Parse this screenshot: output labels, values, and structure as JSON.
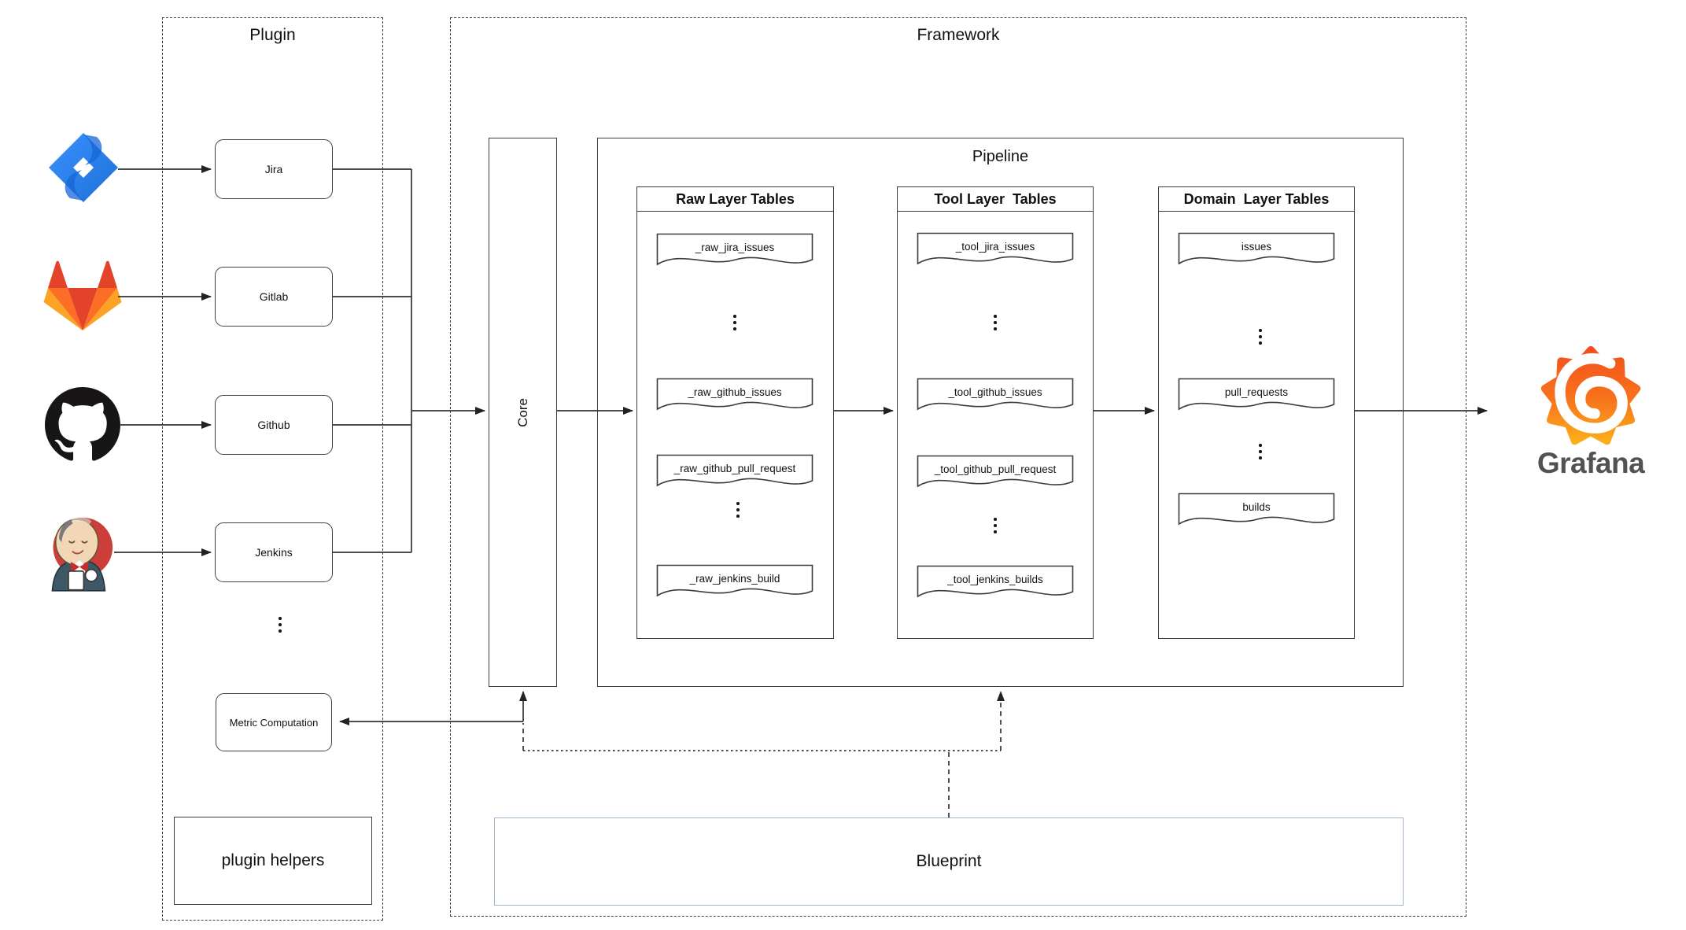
{
  "plugin": {
    "title": "Plugin",
    "nodes": [
      {
        "label": "Jira"
      },
      {
        "label": "Gitlab"
      },
      {
        "label": "Github"
      },
      {
        "label": "Jenkins"
      }
    ],
    "ellipsis": "⋮",
    "metric_label": "Metric Computation",
    "helpers_label": "plugin helpers"
  },
  "sources": {
    "icons": [
      "jira-logo",
      "gitlab-logo",
      "github-logo",
      "jenkins-logo"
    ]
  },
  "framework": {
    "title": "Framework",
    "core_label": "Core",
    "pipeline": {
      "title": "Pipeline",
      "columns": [
        {
          "header": "Raw Layer Tables",
          "items": [
            "_raw_jira_issues",
            "⋮",
            "_raw_github_issues",
            "_raw_github_pull_request",
            "⋮",
            "_raw_jenkins_build"
          ]
        },
        {
          "header": "Tool Layer  Tables",
          "items": [
            "_tool_jira_issues",
            "⋮",
            "_tool_github_issues",
            "_tool_github_pull_request",
            "⋮",
            "_tool_jenkins_builds"
          ]
        },
        {
          "header": "Domain  Layer Tables",
          "items": [
            "issues",
            "⋮",
            "pull_requests",
            "⋮",
            "builds"
          ]
        }
      ]
    },
    "blueprint_label": "Blueprint"
  },
  "grafana_label": "Grafana",
  "colors": {
    "line": "#3c3c3c",
    "blueprint_border": "#9fb7cc",
    "jira_blue": "#2684ff",
    "gitlab_red": "#e24329",
    "gitlab_orange": "#fc6d26",
    "gitlab_light_orange": "#fca326",
    "github_black": "#171515",
    "jenkins_red": "#cc3e3a",
    "grafana_orange_top": "#f2501c",
    "grafana_orange_bottom": "#fbad1a",
    "grafana_text": "#525252"
  }
}
